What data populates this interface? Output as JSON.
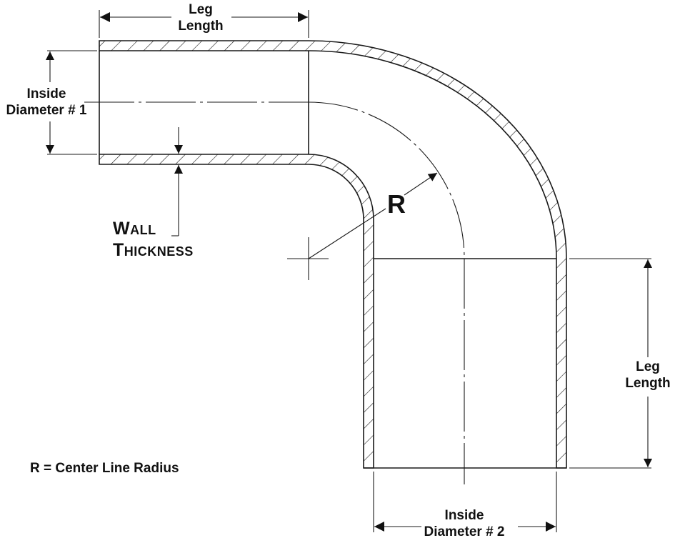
{
  "diagram": {
    "title": "90 degree elbow hose dimensions",
    "colors": {
      "line": "#1a1a1a",
      "background": "#ffffff"
    },
    "labels": {
      "leg_length_top": [
        "Leg",
        "Length"
      ],
      "leg_length_right": [
        "Leg",
        "Length"
      ],
      "inside_diameter_1": [
        "Inside",
        "Diameter # 1"
      ],
      "inside_diameter_2": [
        "Inside",
        "Diameter # 2"
      ],
      "wall_thickness": [
        "Wall",
        "Thickness"
      ],
      "radius_symbol": "R",
      "legend": "R = Center Line Radius"
    }
  }
}
